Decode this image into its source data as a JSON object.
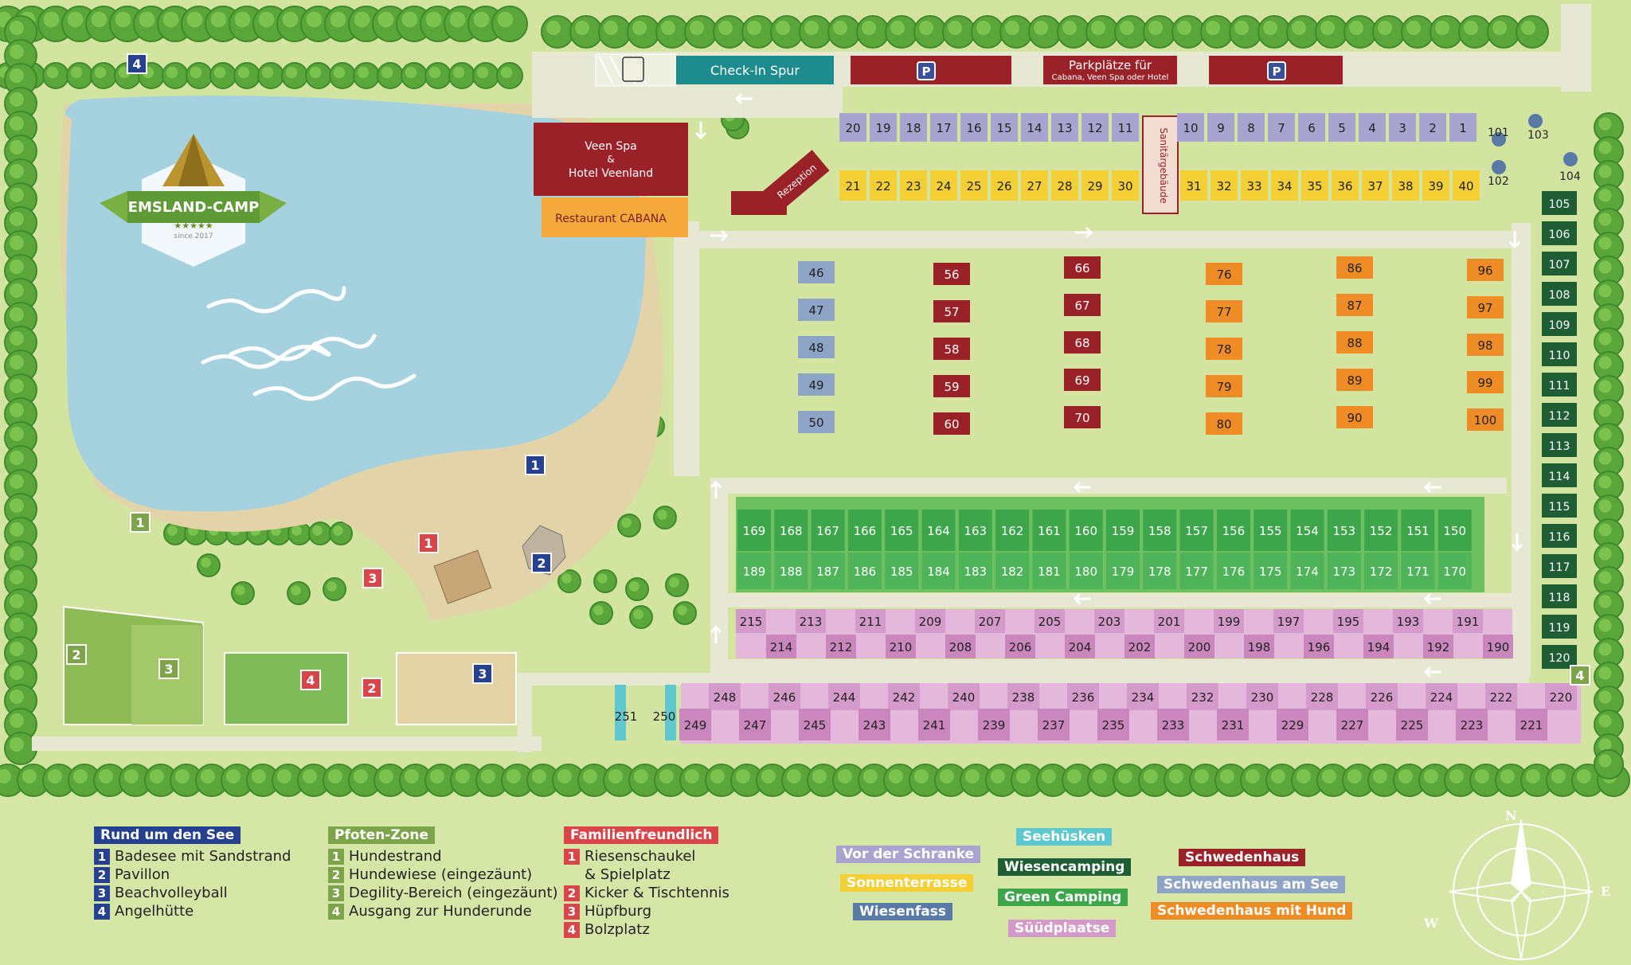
{
  "logo": {
    "name": "EMSLAND-CAMP",
    "stars": "★★★★★",
    "since": "since 2017"
  },
  "top": {
    "checkin": "Check-In Spur",
    "parking_title": "Parkplätze für",
    "parking_sub": "Cabana, Veen Spa oder Hotel",
    "parking_symbol": "P"
  },
  "buildings": {
    "spa_line1": "Veen Spa",
    "spa_line2": "&",
    "spa_line3": "Hotel Veenland",
    "restaurant": "Restaurant CABANA",
    "reception": "Rezeption",
    "sanitary": "Sanitärgebäude"
  },
  "markers": {
    "see": [
      "1",
      "2",
      "3",
      "4"
    ],
    "pfoten": [
      "1",
      "2",
      "3"
    ],
    "familie": [
      "1",
      "2",
      "3",
      "4"
    ],
    "exit": "4"
  },
  "colors": {
    "vor_der_schranke": "#a9a4cf",
    "sonnenterrasse": "#f4cf35",
    "wiesenfass": "#8ea4c6",
    "seehuesken": "#5fc8cf",
    "wiesencamping": "#1f5e35",
    "green_camping": "#3da64b",
    "suedplaetse": "#d49ac9",
    "schwedenhaus": "#9b2128",
    "schwedenhaus_am_see": "#8ea4c6",
    "schwedenhaus_mit_hund": "#f08c25",
    "rund_um_den_see": "#26418f",
    "pfoten_zone": "#7da44a",
    "familienfreundlich": "#d9464a"
  },
  "legend": {
    "rund": {
      "title": "Rund um den See",
      "items": [
        {
          "n": "1",
          "t": "Badesee mit Sandstrand"
        },
        {
          "n": "2",
          "t": "Pavillon"
        },
        {
          "n": "3",
          "t": "Beachvolleyball"
        },
        {
          "n": "4",
          "t": "Angelhütte"
        }
      ]
    },
    "pfoten": {
      "title": "Pfoten-Zone",
      "items": [
        {
          "n": "1",
          "t": "Hundestrand"
        },
        {
          "n": "2",
          "t": "Hundewiese (eingezäunt)"
        },
        {
          "n": "3",
          "t": "Degility-Bereich (eingezäunt)"
        },
        {
          "n": "4",
          "t": "Ausgang zur Hunderunde"
        }
      ]
    },
    "familie": {
      "title": "Familienfreundlich",
      "items": [
        {
          "n": "1",
          "t": "Riesenschaukel",
          "t2": "& Spielplatz"
        },
        {
          "n": "2",
          "t": "Kicker & Tischtennis"
        },
        {
          "n": "3",
          "t": "Hüpfburg"
        },
        {
          "n": "4",
          "t": "Bolzplatz"
        }
      ]
    },
    "categories": {
      "vor_der_schranke": "Vor der Schranke",
      "sonnenterrasse": "Sonnenterrasse",
      "wiesenfass": "Wiesenfass",
      "seehuesken": "Seehüsken",
      "wiesencamping": "Wiesencamping",
      "green_camping": "Green Camping",
      "suedplaetse": "Süüdplaatse",
      "schwedenhaus": "Schwedenhaus",
      "schwedenhaus_am_see": "Schwedenhaus am See",
      "schwedenhaus_mit_hund": "Schwedenhaus mit Hund"
    }
  },
  "compass": {
    "n": "N",
    "e": "E",
    "w": "W"
  },
  "pitches": {
    "vor_der_schranke": [
      "20",
      "19",
      "18",
      "17",
      "16",
      "15",
      "14",
      "13",
      "12",
      "11",
      "10",
      "9",
      "8",
      "7",
      "6",
      "5",
      "4",
      "3",
      "2",
      "1"
    ],
    "sonnenterrasse": [
      "21",
      "22",
      "23",
      "24",
      "25",
      "26",
      "27",
      "28",
      "29",
      "30",
      "31",
      "32",
      "33",
      "34",
      "35",
      "36",
      "37",
      "38",
      "39",
      "40"
    ],
    "see_blue": [
      "101",
      "102",
      "103",
      "104"
    ],
    "wiesenfass": [
      "46",
      "47",
      "48",
      "49",
      "50"
    ],
    "schwedenhaus": [
      "56",
      "57",
      "58",
      "59",
      "60",
      "66",
      "67",
      "68",
      "69",
      "70"
    ],
    "schwedenhaus_mit_hund": [
      "76",
      "77",
      "78",
      "79",
      "80",
      "86",
      "87",
      "88",
      "89",
      "90",
      "96",
      "97",
      "98",
      "99",
      "100"
    ],
    "wiesencamping": [
      "105",
      "106",
      "107",
      "108",
      "109",
      "110",
      "111",
      "112",
      "113",
      "114",
      "115",
      "116",
      "117",
      "118",
      "119",
      "120"
    ],
    "green_top": [
      "169",
      "168",
      "167",
      "166",
      "165",
      "164",
      "163",
      "162",
      "161",
      "160",
      "159",
      "158",
      "157",
      "156",
      "155",
      "154",
      "153",
      "152",
      "151",
      "150"
    ],
    "green_bottom": [
      "189",
      "188",
      "187",
      "186",
      "185",
      "184",
      "183",
      "182",
      "181",
      "180",
      "179",
      "178",
      "177",
      "176",
      "175",
      "174",
      "173",
      "172",
      "171",
      "170"
    ],
    "sued_a_top": [
      "215",
      "213",
      "211",
      "209",
      "207",
      "205",
      "203",
      "201",
      "199",
      "197",
      "195",
      "193",
      "191"
    ],
    "sued_a_bottom": [
      "214",
      "212",
      "210",
      "208",
      "206",
      "204",
      "202",
      "200",
      "198",
      "196",
      "194",
      "192",
      "190"
    ],
    "sued_b_top": [
      "248",
      "246",
      "244",
      "242",
      "240",
      "238",
      "236",
      "234",
      "232",
      "230",
      "228",
      "226",
      "224",
      "222",
      "220"
    ],
    "sued_b_bottom": [
      "249",
      "247",
      "245",
      "243",
      "241",
      "239",
      "237",
      "235",
      "233",
      "231",
      "229",
      "227",
      "225",
      "223",
      "221"
    ],
    "seehuesken": [
      "251",
      "250"
    ]
  }
}
